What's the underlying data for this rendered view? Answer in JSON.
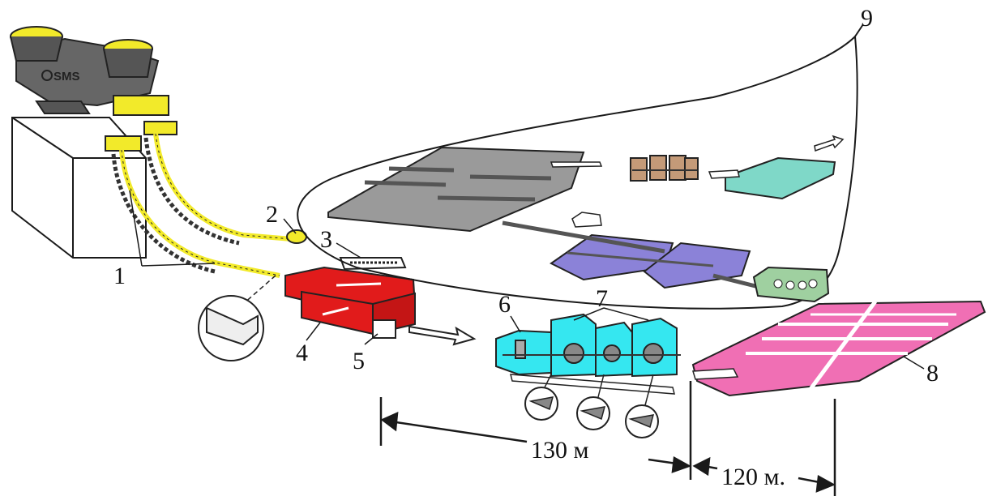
{
  "labels": {
    "l1": "1",
    "l2": "2",
    "l3": "3",
    "l4": "4",
    "l5": "5",
    "l6": "6",
    "l7": "7",
    "l8": "8",
    "l9": "9"
  },
  "logo": "SMS",
  "dimensions": {
    "d130": "130 м",
    "d120": "120 м."
  },
  "colors": {
    "caster": "#f2ea2a",
    "tunnel_furnace": "#e11b1b",
    "roughing_stands": "#35e7f0",
    "finishing_area": "#f06fb4",
    "gray_table": "#9a9a9a",
    "brown_stands": "#c49a78",
    "teal_table": "#7fd8c8",
    "purple_table": "#8b82d8",
    "green_unit": "#9fd0a0"
  }
}
